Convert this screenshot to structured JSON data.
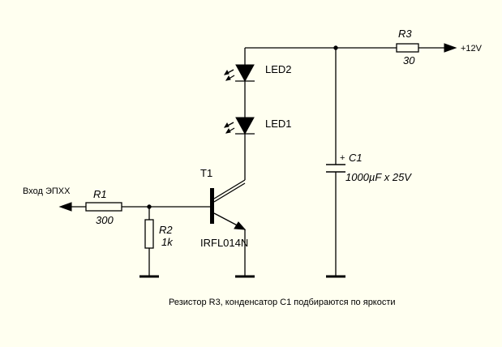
{
  "components": {
    "r1": {
      "ref": "R1",
      "value": "300"
    },
    "r2": {
      "ref": "R2",
      "value": "1k"
    },
    "r3": {
      "ref": "R3",
      "value": "30"
    },
    "c1": {
      "ref": "C1",
      "value": "1000µF x 25V",
      "polarity": "+"
    },
    "t1": {
      "ref": "T1",
      "part": "IRFL014N"
    },
    "led1": {
      "ref": "LED1"
    },
    "led2": {
      "ref": "LED2"
    }
  },
  "ports": {
    "supply": "+12V",
    "input": "Вход ЭПХХ"
  },
  "note": "Резистор R3, конденсатор C1 подбираются по яркости",
  "colors": {
    "background": "#fffff0",
    "ink": "#000000"
  }
}
